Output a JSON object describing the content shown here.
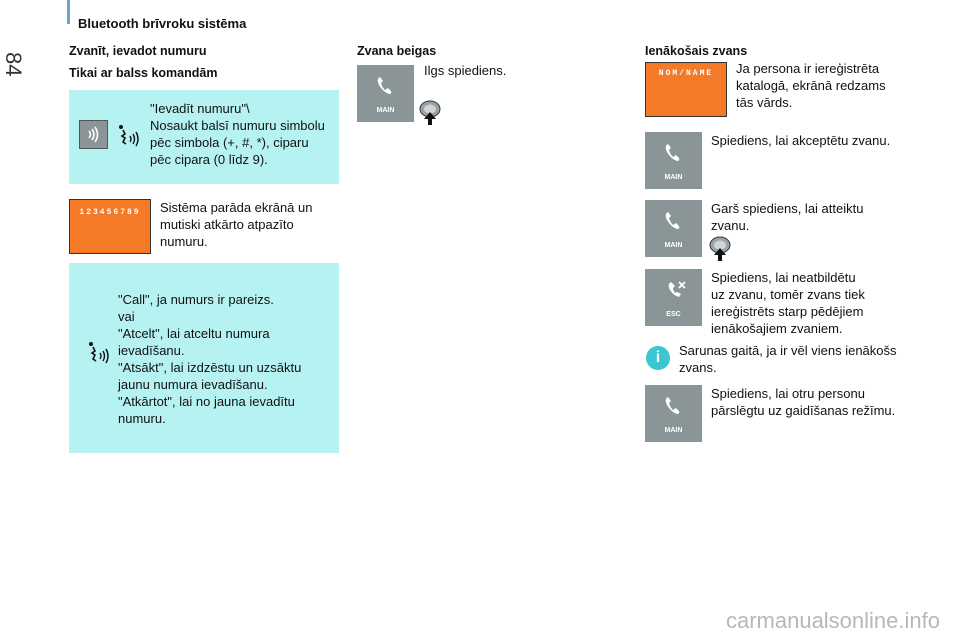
{
  "header": {
    "title": "Bluetooth brīvroku sistēma",
    "page_number": "84"
  },
  "col1": {
    "heading": "Zvanīt, ievadot numuru",
    "subheading": "Tikai ar balss komandām",
    "voice_box1_text": "\"Ievadīt numuru\"\\\nNosaukt balsī numuru simbolu\npēc simbola (+, #, *), ciparu\npēc cipara (0 līdz 9).",
    "display_digits": "123456789",
    "display_text": "Sistēma parāda ekrānā un\nmutiski atkārto atpazīto\nnumuru.",
    "voice_box2_text": "\"Call\", ja numurs ir pareizs.\nvai\n\"Atcelt\", lai atceltu numura\nievadīšanu.\n\"Atsākt\", lai izdzēstu un uzsāktu\njaunu numura ievadīšanu.\n\"Atkārtot\", lai no jauna ievadītu\nnumuru."
  },
  "col2": {
    "heading": "Zvana beigas",
    "step1_text": "Ilgs spiediens."
  },
  "col3": {
    "heading": "Ienākošais zvans",
    "display_text_label": "NOM/NAME",
    "display_desc": "Ja persona ir iereģistrēta\nkatalogā, ekrānā redzams\ntās vārds.",
    "step1_text": "Spiediens, lai akceptētu zvanu.",
    "step2_text": "Garš spiediens, lai atteiktu\nzvanu.",
    "step3_text": "Spiediens, lai neatbildētu\nuz zvanu, tomēr zvans tiek\niereģistrēts starp pēdējiem\nienākošajiem zvaniem.",
    "info_text": "Sarunas gaitā, ja ir vēl viens ienākošs\nzvans.",
    "step4_text": "Spiediens, lai otru personu\npārslēgtu uz gaidīšanas režīmu."
  },
  "buttons": {
    "main_label": "MAIN",
    "esc_label": "ESC"
  },
  "footer": {
    "watermark": "carmanualsonline.info"
  },
  "colors": {
    "cyan": "#b6f2f2",
    "orange": "#f47a28",
    "button_grey": "#8a9598",
    "info": "#3bc6d1"
  }
}
